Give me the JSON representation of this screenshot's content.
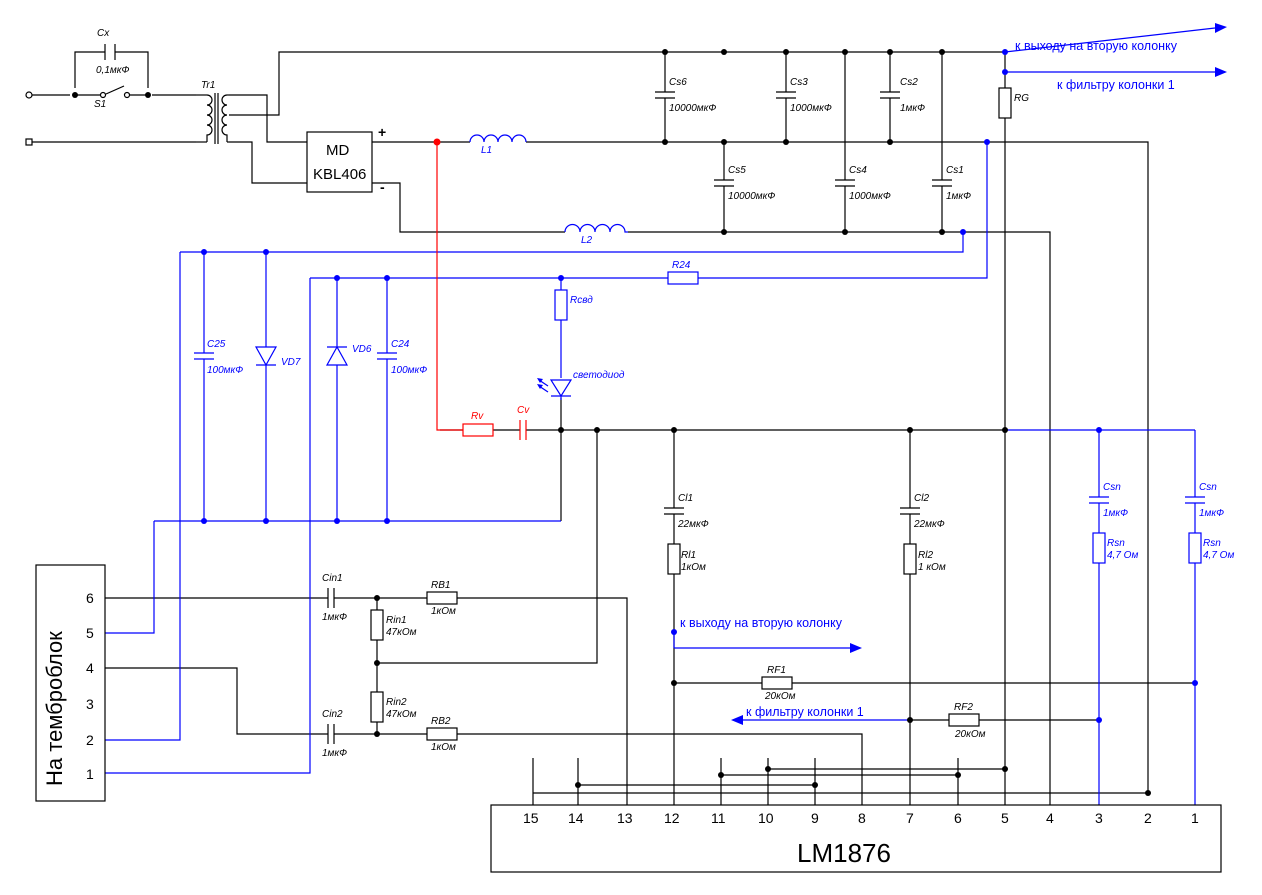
{
  "components": {
    "cx": {
      "name": "Cx",
      "value": "0,1мкФ"
    },
    "s1": {
      "name": "S1"
    },
    "tr1": {
      "name": "Tr1"
    },
    "md": {
      "name": "MD",
      "part": "KBL406",
      "plus": "+",
      "minus": "-"
    },
    "l1": {
      "name": "L1"
    },
    "l2": {
      "name": "L2"
    },
    "cs6": {
      "name": "Cs6",
      "value": "10000мкФ"
    },
    "cs5": {
      "name": "Cs5",
      "value": "10000мкФ"
    },
    "cs3": {
      "name": "Cs3",
      "value": "1000мкФ"
    },
    "cs4": {
      "name": "Cs4",
      "value": "1000мкФ"
    },
    "cs2": {
      "name": "Cs2",
      "value": "1мкФ"
    },
    "cs1": {
      "name": "Cs1",
      "value": "1мкФ"
    },
    "rg": {
      "name": "RG"
    },
    "c25": {
      "name": "C25",
      "value": "100мкФ"
    },
    "vd7": {
      "name": "VD7"
    },
    "vd6": {
      "name": "VD6"
    },
    "c24": {
      "name": "C24",
      "value": "100мкФ"
    },
    "r24": {
      "name": "R24"
    },
    "rsvd": {
      "name": "Rсвд"
    },
    "led": {
      "name": "светодиод"
    },
    "rv": {
      "name": "Rv"
    },
    "cv": {
      "name": "Cv"
    },
    "cl1": {
      "name": "Cl1",
      "value": "22мкФ"
    },
    "rl1": {
      "name": "Rl1",
      "value": "1кОм"
    },
    "cl2": {
      "name": "Cl2",
      "value": "22мкФ"
    },
    "rl2": {
      "name": "Rl2",
      "value": "1 кОм"
    },
    "csn1": {
      "name": "Csn",
      "value": "1мкФ"
    },
    "rsn1": {
      "name": "Rsn",
      "value": "4,7 Ом"
    },
    "csn2": {
      "name": "Csn",
      "value": "1мкФ"
    },
    "rsn2": {
      "name": "Rsn",
      "value": "4,7 Ом"
    },
    "cin1": {
      "name": "Cin1",
      "value": "1мкФ"
    },
    "rb1": {
      "name": "RB1",
      "value": "1кОм"
    },
    "rin1": {
      "name": "Rin1",
      "value": "47кОм"
    },
    "rin2": {
      "name": "Rin2",
      "value": "47кОм"
    },
    "cin2": {
      "name": "Cin2",
      "value": "1мкФ"
    },
    "rb2": {
      "name": "RB2",
      "value": "1кОм"
    },
    "rf1": {
      "name": "RF1",
      "value": "20кОм"
    },
    "rf2": {
      "name": "RF2",
      "value": "20кОм"
    }
  },
  "notes": {
    "to_second_speaker_top": "к выходу на вторую колонку",
    "to_filter_top": "к фильтру колонки 1",
    "to_second_speaker_mid": "к выходу на вторую колонку",
    "to_filter_mid": "к фильтру колонки 1"
  },
  "tone_block": {
    "title": "На темброблок",
    "pins": [
      "6",
      "5",
      "4",
      "3",
      "2",
      "1"
    ]
  },
  "chip": {
    "name": "LM1876",
    "pins": [
      "15",
      "14",
      "13",
      "12",
      "11",
      "10",
      "9",
      "8",
      "7",
      "6",
      "5",
      "4",
      "3",
      "2",
      "1"
    ]
  },
  "colors": {
    "wire": "#000000",
    "wire_blue": "#0000ff",
    "wire_red": "#ff0000"
  }
}
